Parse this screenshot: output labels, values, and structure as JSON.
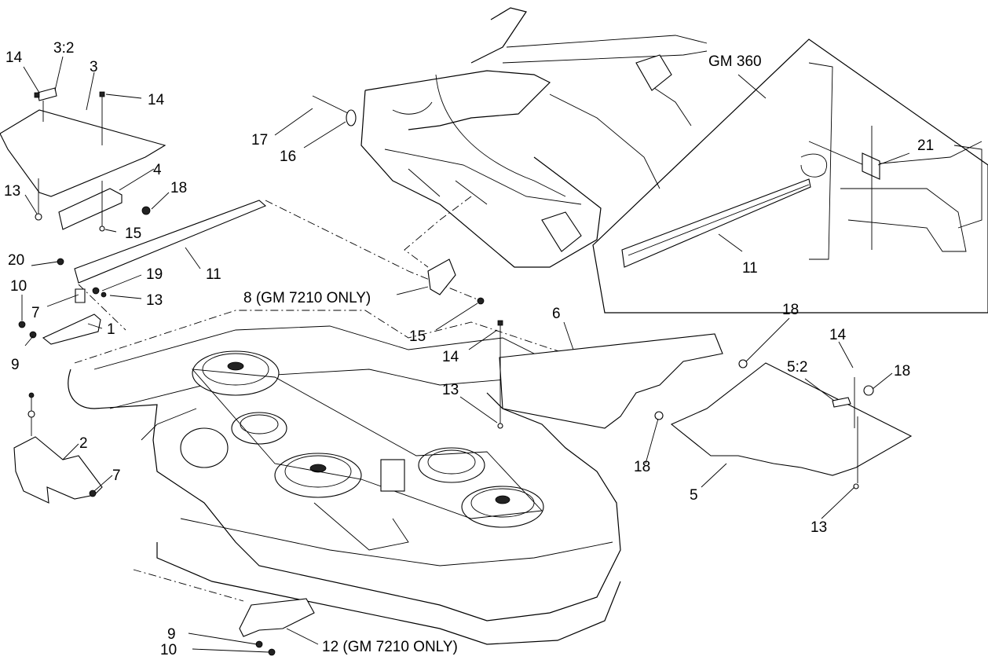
{
  "diagram": {
    "labels": [
      {
        "id": "l-14a",
        "text": "14"
      },
      {
        "id": "l-3-2",
        "text": "3:2"
      },
      {
        "id": "l-3",
        "text": "3"
      },
      {
        "id": "l-14b",
        "text": "14"
      },
      {
        "id": "l-4",
        "text": "4"
      },
      {
        "id": "l-18a",
        "text": "18"
      },
      {
        "id": "l-13a",
        "text": "13"
      },
      {
        "id": "l-15a",
        "text": "15"
      },
      {
        "id": "l-17",
        "text": "17"
      },
      {
        "id": "l-16",
        "text": "16"
      },
      {
        "id": "l-gm360",
        "text": "GM 360"
      },
      {
        "id": "l-21",
        "text": "21"
      },
      {
        "id": "l-11b",
        "text": "11"
      },
      {
        "id": "l-20",
        "text": "20"
      },
      {
        "id": "l-11a",
        "text": "11"
      },
      {
        "id": "l-19",
        "text": "19"
      },
      {
        "id": "l-10a",
        "text": "10"
      },
      {
        "id": "l-7a",
        "text": "7"
      },
      {
        "id": "l-13b",
        "text": "13"
      },
      {
        "id": "l-8",
        "text": "8 (GM 7210 ONLY)"
      },
      {
        "id": "l-1",
        "text": "1"
      },
      {
        "id": "l-9a",
        "text": "9"
      },
      {
        "id": "l-15b",
        "text": "15"
      },
      {
        "id": "l-6",
        "text": "6"
      },
      {
        "id": "l-18b",
        "text": "18"
      },
      {
        "id": "l-14c",
        "text": "14"
      },
      {
        "id": "l-14d",
        "text": "14"
      },
      {
        "id": "l-5-2",
        "text": "5:2"
      },
      {
        "id": "l-18c",
        "text": "18"
      },
      {
        "id": "l-13c",
        "text": "13"
      },
      {
        "id": "l-2",
        "text": "2"
      },
      {
        "id": "l-7b",
        "text": "7"
      },
      {
        "id": "l-18d",
        "text": "18"
      },
      {
        "id": "l-5",
        "text": "5"
      },
      {
        "id": "l-13d",
        "text": "13"
      },
      {
        "id": "l-9b",
        "text": "9"
      },
      {
        "id": "l-12",
        "text": "12 (GM 7210 ONLY)"
      },
      {
        "id": "l-10b",
        "text": "10"
      }
    ]
  }
}
